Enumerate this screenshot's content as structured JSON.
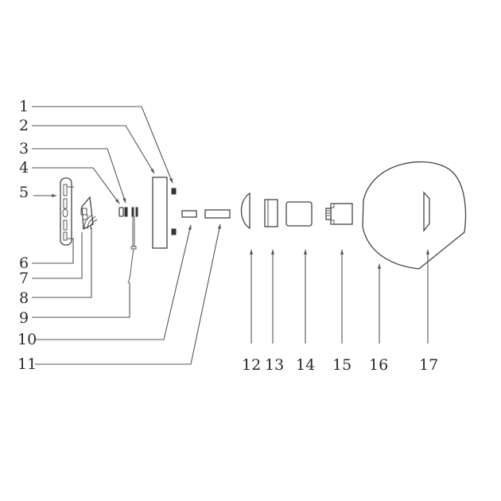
{
  "diagram": {
    "type": "exploded-parts-view",
    "left_labels": [
      {
        "id": "1",
        "text": "1"
      },
      {
        "id": "2",
        "text": "2"
      },
      {
        "id": "3",
        "text": "3"
      },
      {
        "id": "4",
        "text": "4"
      },
      {
        "id": "5",
        "text": "5"
      },
      {
        "id": "6",
        "text": "6"
      },
      {
        "id": "7",
        "text": "7"
      },
      {
        "id": "8",
        "text": "8"
      },
      {
        "id": "9",
        "text": "9"
      },
      {
        "id": "10",
        "text": "10"
      },
      {
        "id": "11",
        "text": "11"
      }
    ],
    "bottom_labels": [
      {
        "id": "12",
        "text": "12"
      },
      {
        "id": "13",
        "text": "13"
      },
      {
        "id": "14",
        "text": "14"
      },
      {
        "id": "15",
        "text": "15"
      },
      {
        "id": "16",
        "text": "16"
      },
      {
        "id": "17",
        "text": "17"
      }
    ],
    "colors": {
      "background": "#ffffff",
      "line": "#555555",
      "text": "#2a2a2a"
    }
  }
}
